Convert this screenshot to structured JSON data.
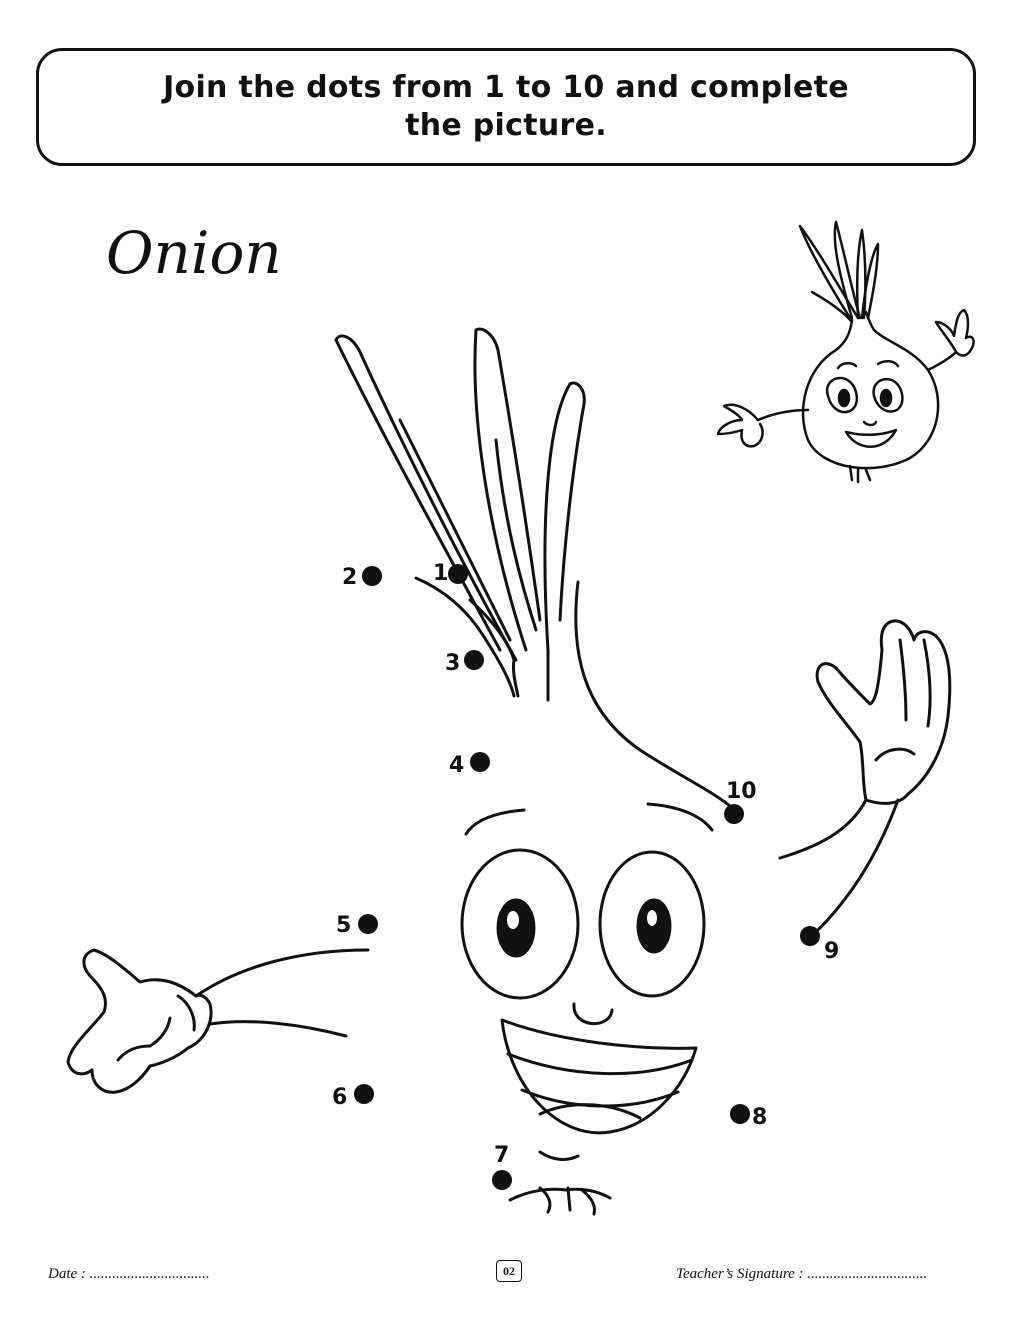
{
  "instruction": "Join the dots from 1 to 10 and complete the picture.",
  "title": "Onion",
  "dots": [
    {
      "label": "1"
    },
    {
      "label": "2"
    },
    {
      "label": "3"
    },
    {
      "label": "4"
    },
    {
      "label": "5"
    },
    {
      "label": "6"
    },
    {
      "label": "7"
    },
    {
      "label": "8"
    },
    {
      "label": "9"
    },
    {
      "label": "10"
    }
  ],
  "footer": {
    "date": "Date : ................................",
    "page_number": "02",
    "signature": "Teacher’s Signature : ................................"
  },
  "icons": [
    "onion-reference-illustration",
    "onion-dot-outline-illustration"
  ],
  "colors": {
    "ink": "#111111",
    "paper": "#ffffff"
  }
}
